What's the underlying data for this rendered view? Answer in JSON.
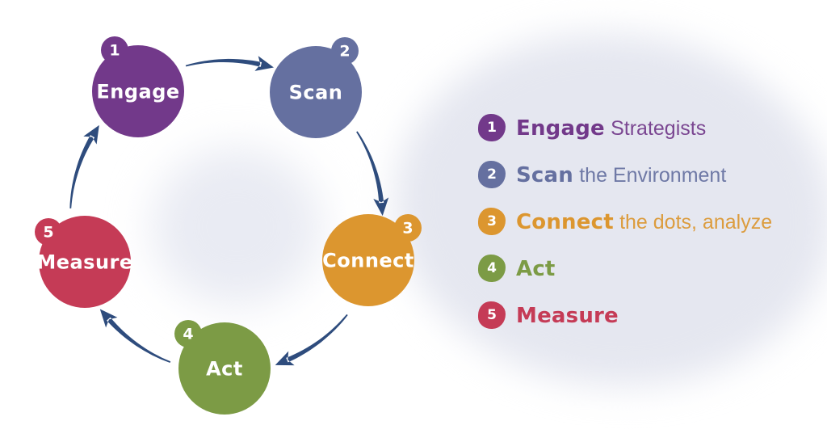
{
  "cycle": {
    "steps": [
      {
        "number": "1",
        "label": "Engage",
        "color": "#72398A"
      },
      {
        "number": "2",
        "label": "Scan",
        "color": "#6570A0"
      },
      {
        "number": "3",
        "label": "Connect",
        "color": "#DC962F"
      },
      {
        "number": "4",
        "label": "Act",
        "color": "#7C9B45"
      },
      {
        "number": "5",
        "label": "Measure",
        "color": "#C53B56"
      }
    ],
    "arrow_color": "#2E4C7D"
  },
  "legend": {
    "items": [
      {
        "number": "1",
        "keyword": "Engage",
        "rest": "Strategists",
        "color": "#72398A"
      },
      {
        "number": "2",
        "keyword": "Scan",
        "rest": "the Environment",
        "color": "#6570A0"
      },
      {
        "number": "3",
        "keyword": "Connect",
        "rest": "the dots, analyze",
        "color": "#DC962F"
      },
      {
        "number": "4",
        "keyword": "Act",
        "rest": "",
        "color": "#7C9B45"
      },
      {
        "number": "5",
        "keyword": "Measure",
        "rest": "",
        "color": "#C53B56"
      }
    ]
  },
  "background": {
    "right_blob_color": "#E5E7F0",
    "center_blob_color": "#E9EBF3"
  }
}
